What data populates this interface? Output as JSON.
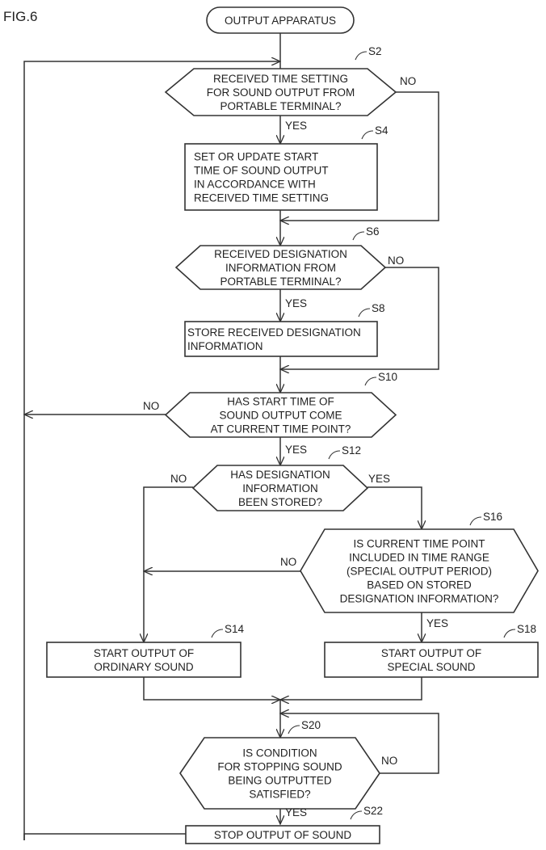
{
  "figure_label": "FIG.6",
  "start": {
    "text": [
      "OUTPUT APPARATUS"
    ]
  },
  "steps": {
    "S2": {
      "id": "S2",
      "type": "decision",
      "text": [
        "RECEIVED TIME SETTING",
        "FOR SOUND OUTPUT FROM",
        "PORTABLE TERMINAL?"
      ],
      "yes": "YES",
      "no": "NO"
    },
    "S4": {
      "id": "S4",
      "type": "process",
      "text": [
        "SET OR UPDATE START",
        "TIME OF SOUND OUTPUT",
        "IN ACCORDANCE WITH",
        "RECEIVED TIME SETTING"
      ]
    },
    "S6": {
      "id": "S6",
      "type": "decision",
      "text": [
        "RECEIVED DESIGNATION",
        "INFORMATION FROM",
        "PORTABLE TERMINAL?"
      ],
      "yes": "YES",
      "no": "NO"
    },
    "S8": {
      "id": "S8",
      "type": "process",
      "text": [
        "STORE RECEIVED DESIGNATION",
        "INFORMATION"
      ]
    },
    "S10": {
      "id": "S10",
      "type": "decision",
      "text": [
        "HAS START TIME OF",
        "SOUND OUTPUT COME",
        "AT CURRENT TIME POINT?"
      ],
      "yes": "YES",
      "no": "NO"
    },
    "S12": {
      "id": "S12",
      "type": "decision",
      "text": [
        "HAS DESIGNATION",
        "INFORMATION",
        "BEEN STORED?"
      ],
      "yes": "YES",
      "no": "NO"
    },
    "S14": {
      "id": "S14",
      "type": "process",
      "text": [
        "START OUTPUT OF",
        "ORDINARY SOUND"
      ]
    },
    "S16": {
      "id": "S16",
      "type": "decision",
      "text": [
        "IS CURRENT TIME POINT",
        "INCLUDED IN TIME RANGE",
        "(SPECIAL OUTPUT PERIOD)",
        "BASED ON STORED",
        "DESIGNATION INFORMATION?"
      ],
      "yes": "YES",
      "no": "NO"
    },
    "S18": {
      "id": "S18",
      "type": "process",
      "text": [
        "START OUTPUT OF",
        "SPECIAL SOUND"
      ]
    },
    "S20": {
      "id": "S20",
      "type": "decision",
      "text": [
        "IS CONDITION",
        "FOR STOPPING SOUND",
        "BEING OUTPUTTED",
        "SATISFIED?"
      ],
      "yes": "YES",
      "no": "NO"
    },
    "S22": {
      "id": "S22",
      "type": "process",
      "text": [
        "STOP OUTPUT OF SOUND"
      ]
    }
  }
}
